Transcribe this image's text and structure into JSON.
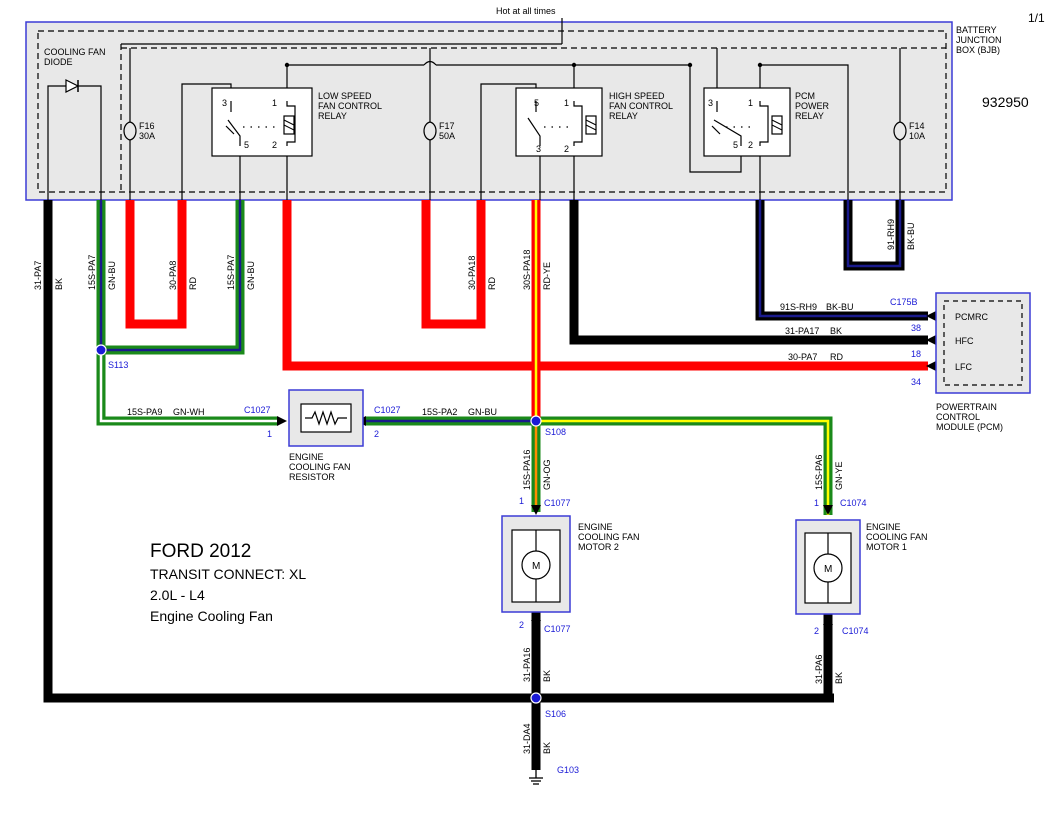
{
  "header": {
    "hot_label": "Hot at all times",
    "page_label": "1/1",
    "diagram_number": "932950"
  },
  "bjb": {
    "label": [
      "BATTERY",
      "JUNCTION",
      "BOX (BJB)"
    ],
    "diode_label": [
      "COOLING FAN",
      "DIODE"
    ],
    "fuses": [
      {
        "id": "F16",
        "rating": "30A"
      },
      {
        "id": "F17",
        "rating": "50A"
      },
      {
        "id": "F14",
        "rating": "10A"
      }
    ],
    "relays": [
      {
        "name": [
          "LOW SPEED",
          "FAN CONTROL",
          "RELAY"
        ],
        "pins": [
          "3",
          "1",
          "5",
          "2"
        ]
      },
      {
        "name": [
          "HIGH SPEED",
          "FAN CONTROL",
          "RELAY"
        ],
        "pins": [
          "5",
          "1",
          "3",
          "2"
        ]
      },
      {
        "name": [
          "PCM",
          "POWER",
          "RELAY"
        ],
        "pins": [
          "3",
          "1",
          "5",
          "2"
        ]
      }
    ]
  },
  "wire_labels": {
    "w_31pa7_left": "31-PA7",
    "w_bk_left": "BK",
    "w_15spa7_a": "15S-PA7",
    "w_gnbu_a": "GN-BU",
    "w_30pa8": "30-PA8",
    "w_rd_a": "RD",
    "w_15spa7_b": "15S-PA7",
    "w_gnbu_b": "GN-BU",
    "w_30pa18": "30-PA18",
    "w_rd_b": "RD",
    "w_30spa18": "30S-PA18",
    "w_rdye": "RD-YE",
    "w_91rh9": "91-RH9",
    "w_bkbu": "BK-BU",
    "w_91srh9": "91S-RH9",
    "w_bkbu_h": "BK-BU",
    "w_31pa17": "31-PA17",
    "w_bk_h": "BK",
    "w_30pa7": "30-PA7",
    "w_rd_h": "RD",
    "w_15spa9": "15S-PA9",
    "w_gnwh": "GN-WH",
    "w_15spa2": "15S-PA2",
    "w_gnbu_c": "GN-BU",
    "w_15spa16": "15S-PA16",
    "w_gnog": "GN-OG",
    "w_15spa6": "15S-PA6",
    "w_gnye": "GN-YE",
    "w_31pa16": "31-PA16",
    "w_bk_m2": "BK",
    "w_31pa6": "31-PA6",
    "w_bk_m1": "BK",
    "w_31da4": "31-DA4",
    "w_bk_g": "BK"
  },
  "connectors": {
    "c175b": "C175B",
    "pin38": "38",
    "pin18": "18",
    "pin34": "34",
    "c1027_l": "C1027",
    "c1027_l_pin": "1",
    "c1027_r": "C1027",
    "c1027_r_pin": "2",
    "c1077_top": "C1077",
    "c1077_top_pin": "1",
    "c1077_bot": "C1077",
    "c1077_bot_pin": "2",
    "c1074_top": "C1074",
    "c1074_top_pin": "1",
    "c1074_bot": "C1074",
    "c1074_bot_pin": "2",
    "g103": "G103"
  },
  "splices": {
    "s113": "S113",
    "s108": "S108",
    "s106": "S106"
  },
  "pcm": {
    "pins": [
      "PCMRC",
      "HFC",
      "LFC"
    ],
    "label": [
      "POWERTRAIN",
      "CONTROL",
      "MODULE (PCM)"
    ]
  },
  "resistor": {
    "label": [
      "ENGINE",
      "COOLING FAN",
      "RESISTOR"
    ]
  },
  "motor2": {
    "symbol": "M",
    "label": [
      "ENGINE",
      "COOLING FAN",
      "MOTOR 2"
    ]
  },
  "motor1": {
    "symbol": "M",
    "label": [
      "ENGINE",
      "COOLING FAN",
      "MOTOR 1"
    ]
  },
  "title_block": {
    "title": "FORD 2012",
    "lines": [
      "TRANSIT  CONNECT: XL",
      "2.0L - L4",
      "Engine Cooling Fan"
    ]
  },
  "colors": {
    "box_border": "#3b3bd6",
    "box_fill": "#e8e8e8",
    "red": "#ff0000",
    "yellow": "#ffff00",
    "green": "#1a8a1a",
    "navy": "#1a1a8c",
    "black": "#000000",
    "blue_text": "#1a1ad6"
  }
}
